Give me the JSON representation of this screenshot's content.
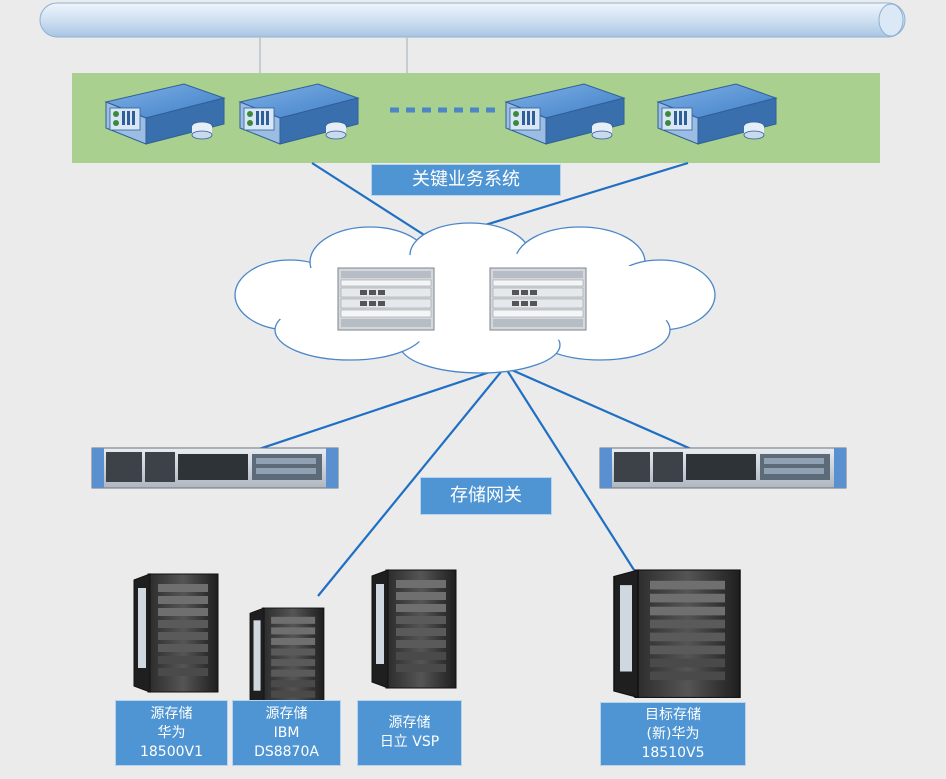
{
  "colors": {
    "background": "#ebebeb",
    "bus": "#cfe0f1",
    "server_zone": "#a9d08e",
    "link": "#1f6fc4",
    "label_fill": "#4f95d3",
    "label_text": "#ffffff"
  },
  "business_zone": {
    "label": "关键业务系统",
    "server_count_shown": 4,
    "ellipsis_icon": "dashed-line-icon"
  },
  "network_cloud": {
    "switch_count": 2
  },
  "gateway": {
    "label": "存储网关",
    "node_count": 2
  },
  "storage": [
    {
      "lines": [
        "源存储",
        "华为",
        "18500V1"
      ]
    },
    {
      "lines": [
        "源存储",
        "IBM",
        "DS8870A"
      ]
    },
    {
      "lines": [
        "源存储",
        "日立  VSP"
      ]
    },
    {
      "lines": [
        "目标存储",
        "(新)华为",
        "18510V5"
      ]
    }
  ]
}
